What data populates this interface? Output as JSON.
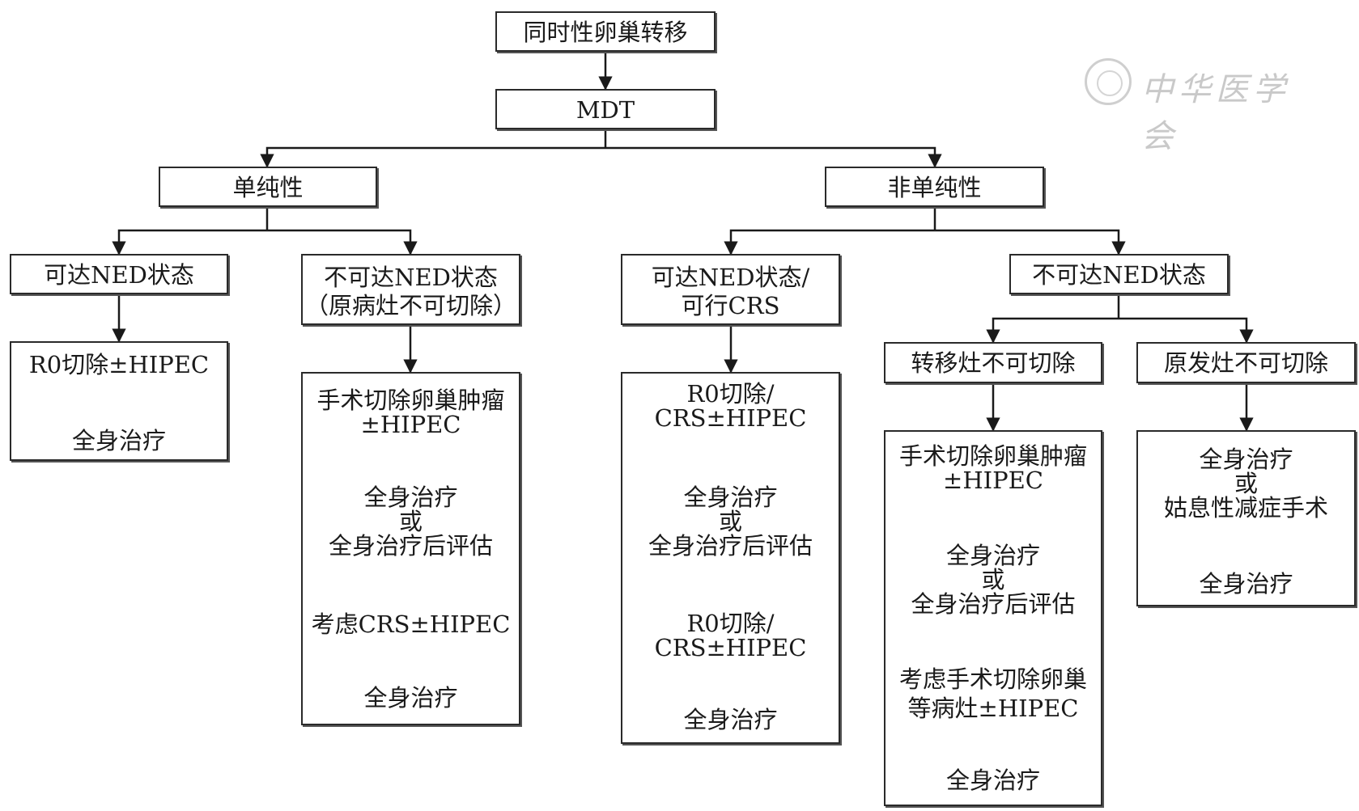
{
  "watermark": {
    "seal": "society-seal-icon",
    "text": "中华医学会"
  },
  "nodes": {
    "root": "同时性卵巢转移",
    "mdt": "MDT",
    "simple": "单纯性",
    "nonsimple": "非单纯性",
    "s_ned": "可达NED状态",
    "s_nned": "不可达NED状态\n（原病灶不可切除）",
    "n_ned": "可达NED状态/\n可行CRS",
    "n_nned": "不可达NED状态",
    "n_meta": "转移灶不可切除",
    "n_prim": "原发灶不可切除"
  },
  "columns": {
    "c1": [
      "R0切除±HIPEC",
      "全身治疗"
    ],
    "c2": [
      "手术切除卵巢肿瘤\n±HIPEC",
      "全身治疗\n或\n全身治疗后评估",
      "考虑CRS±HIPEC",
      "全身治疗"
    ],
    "c3": [
      "R0切除/\nCRS±HIPEC",
      "全身治疗\n或\n全身治疗后评估",
      "R0切除/\nCRS±HIPEC",
      "全身治疗"
    ],
    "c4": [
      "手术切除卵巢肿瘤\n±HIPEC",
      "全身治疗\n或\n全身治疗后评估",
      "考虑手术切除卵巢\n等病灶±HIPEC",
      "全身治疗"
    ],
    "c5": [
      "全身治疗\n或\n姑息性减症手术",
      "全身治疗"
    ]
  }
}
